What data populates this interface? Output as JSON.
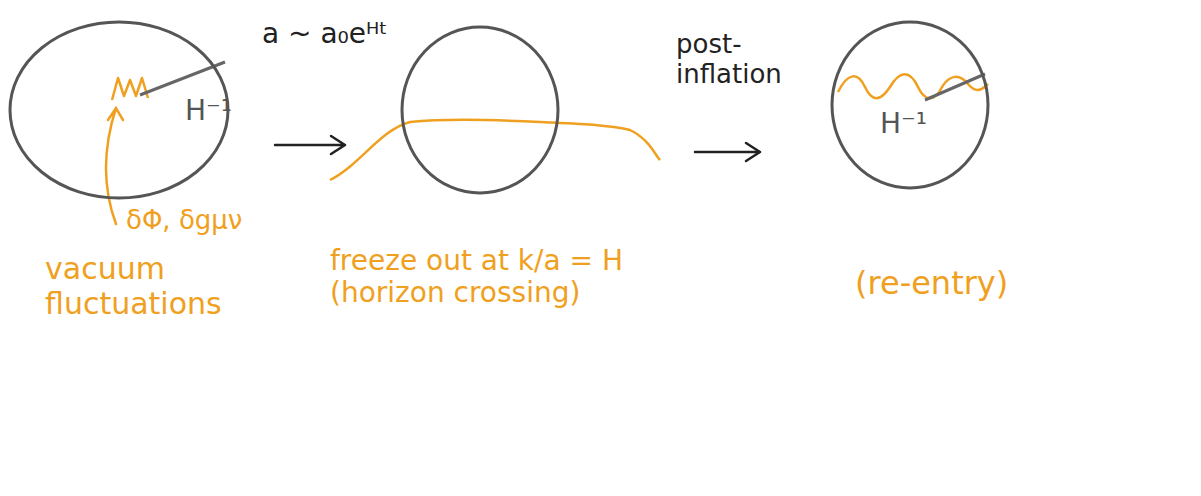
{
  "diagram": {
    "nodes": [
      {
        "text": [
          "H⁻¹",
          "vacuum fluctuations"
        ]
      },
      {
        "text": [
          "freeze out at k/a = H (horizon crossing)"
        ]
      },
      {
        "text": [
          "H⁻¹",
          "(re-entry)"
        ]
      }
    ],
    "edges": [
      {
        "from": 0,
        "to": 1,
        "arrow": "to",
        "label": "a ~ a₀eᴴᵗ"
      },
      {
        "from": 1,
        "to": 2,
        "arrow": "to",
        "label": "post-inflation"
      }
    ],
    "labels": [
      "δΦ, δgμν"
    ]
  }
}
